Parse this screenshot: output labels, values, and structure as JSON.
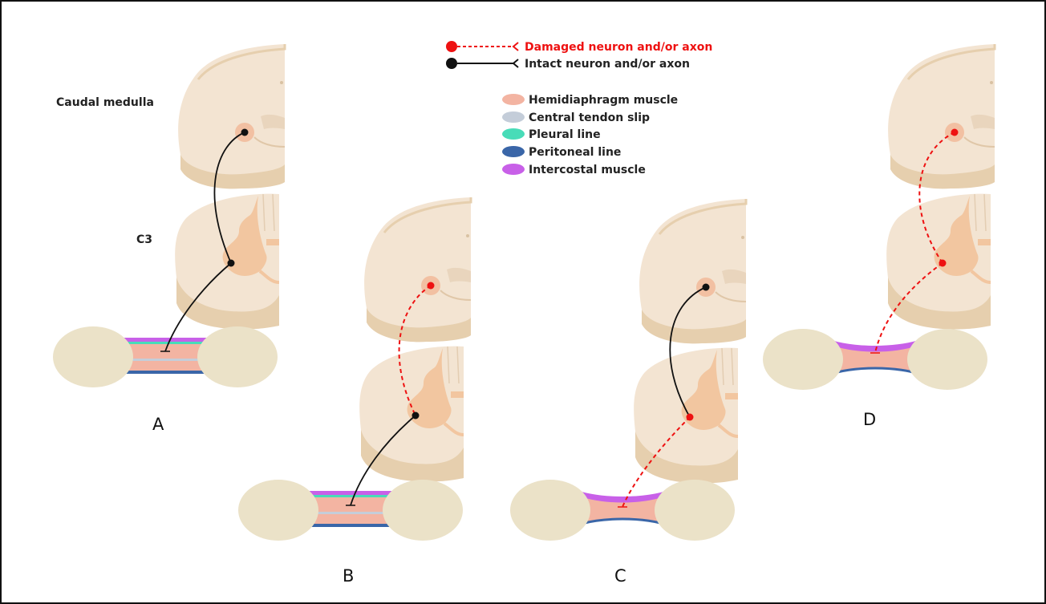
{
  "figure": {
    "labels": {
      "caudal_medulla": "Caudal medulla",
      "c3": "C3"
    },
    "panels": [
      "A",
      "B",
      "C",
      "D"
    ],
    "legend": {
      "lines": [
        {
          "text": "Damaged neuron and/or axon",
          "color": "#ee1111",
          "style": "dashed"
        },
        {
          "text": "Intact neuron and/or axon",
          "color": "#111111",
          "style": "solid"
        }
      ],
      "swatches": [
        {
          "text": "Hemidiaphragm muscle",
          "color": "#f3b4a2"
        },
        {
          "text": "Central tendon slip",
          "color": "#c4cdd9"
        },
        {
          "text": "Pleural line",
          "color": "#48dcb8"
        },
        {
          "text": "Peritoneal line",
          "color": "#3a66a8"
        },
        {
          "text": "Intercostal muscle",
          "color": "#c860e8"
        }
      ]
    },
    "colors": {
      "tissue": "#f3e4d2",
      "tissue_side": "#e6cfae",
      "gray_matter": "#f2c6a0",
      "nucleus": "#f2c0a2",
      "rib": "#ebe2c8",
      "damaged": "#ee1111",
      "intact": "#111111"
    }
  }
}
